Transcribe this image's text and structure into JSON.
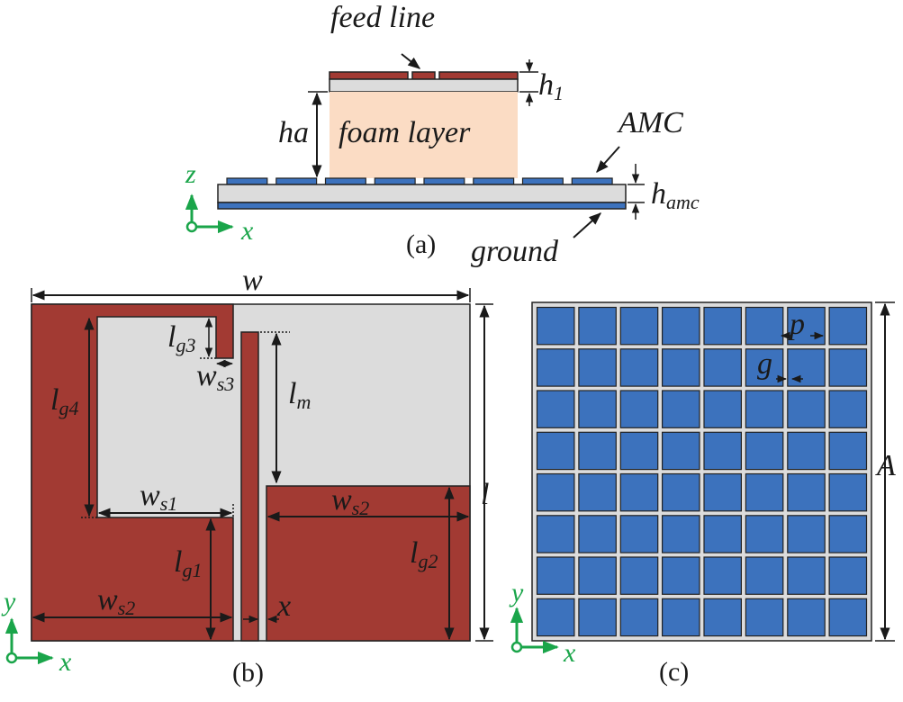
{
  "colors": {
    "copper": "#a23a33",
    "substrate": "#dcdcdc",
    "foam": "#fbdcc4",
    "amc_blue": "#3c72bd",
    "axis_green": "#1aa54a",
    "dim_line": "#1a1a1a"
  },
  "panel_a": {
    "caption": "(a)",
    "feed_line": "feed line",
    "foam_layer": "foam layer",
    "amc": "AMC",
    "ground": "ground",
    "dim_h1": {
      "base": "h",
      "sub": "1"
    },
    "dim_ha": "ha",
    "dim_hamc": {
      "base": "h",
      "sub": "amc"
    },
    "axis_v": "z",
    "axis_h": "x"
  },
  "panel_b": {
    "caption": "(b)",
    "dim_w": "w",
    "dim_l": "l",
    "dim_lg3": {
      "base": "l",
      "sub": "g3"
    },
    "dim_ws3": {
      "base": "w",
      "sub": "s3"
    },
    "dim_lg4": {
      "base": "l",
      "sub": "g4"
    },
    "dim_lm": {
      "base": "l",
      "sub": "m"
    },
    "dim_ws1": {
      "base": "w",
      "sub": "s1"
    },
    "dim_ws2_right": {
      "base": "w",
      "sub": "s2"
    },
    "dim_lg1": {
      "base": "l",
      "sub": "g1"
    },
    "dim_lg2": {
      "base": "l",
      "sub": "g2"
    },
    "dim_ws2_left": {
      "base": "w",
      "sub": "s2"
    },
    "dim_x": "x",
    "axis_v": "y",
    "axis_h": "x"
  },
  "panel_c": {
    "caption": "(c)",
    "grid_rows": 8,
    "grid_cols": 8,
    "dim_p": "p",
    "dim_g": "g",
    "dim_A": "A",
    "axis_v": "y",
    "axis_h": "x"
  }
}
